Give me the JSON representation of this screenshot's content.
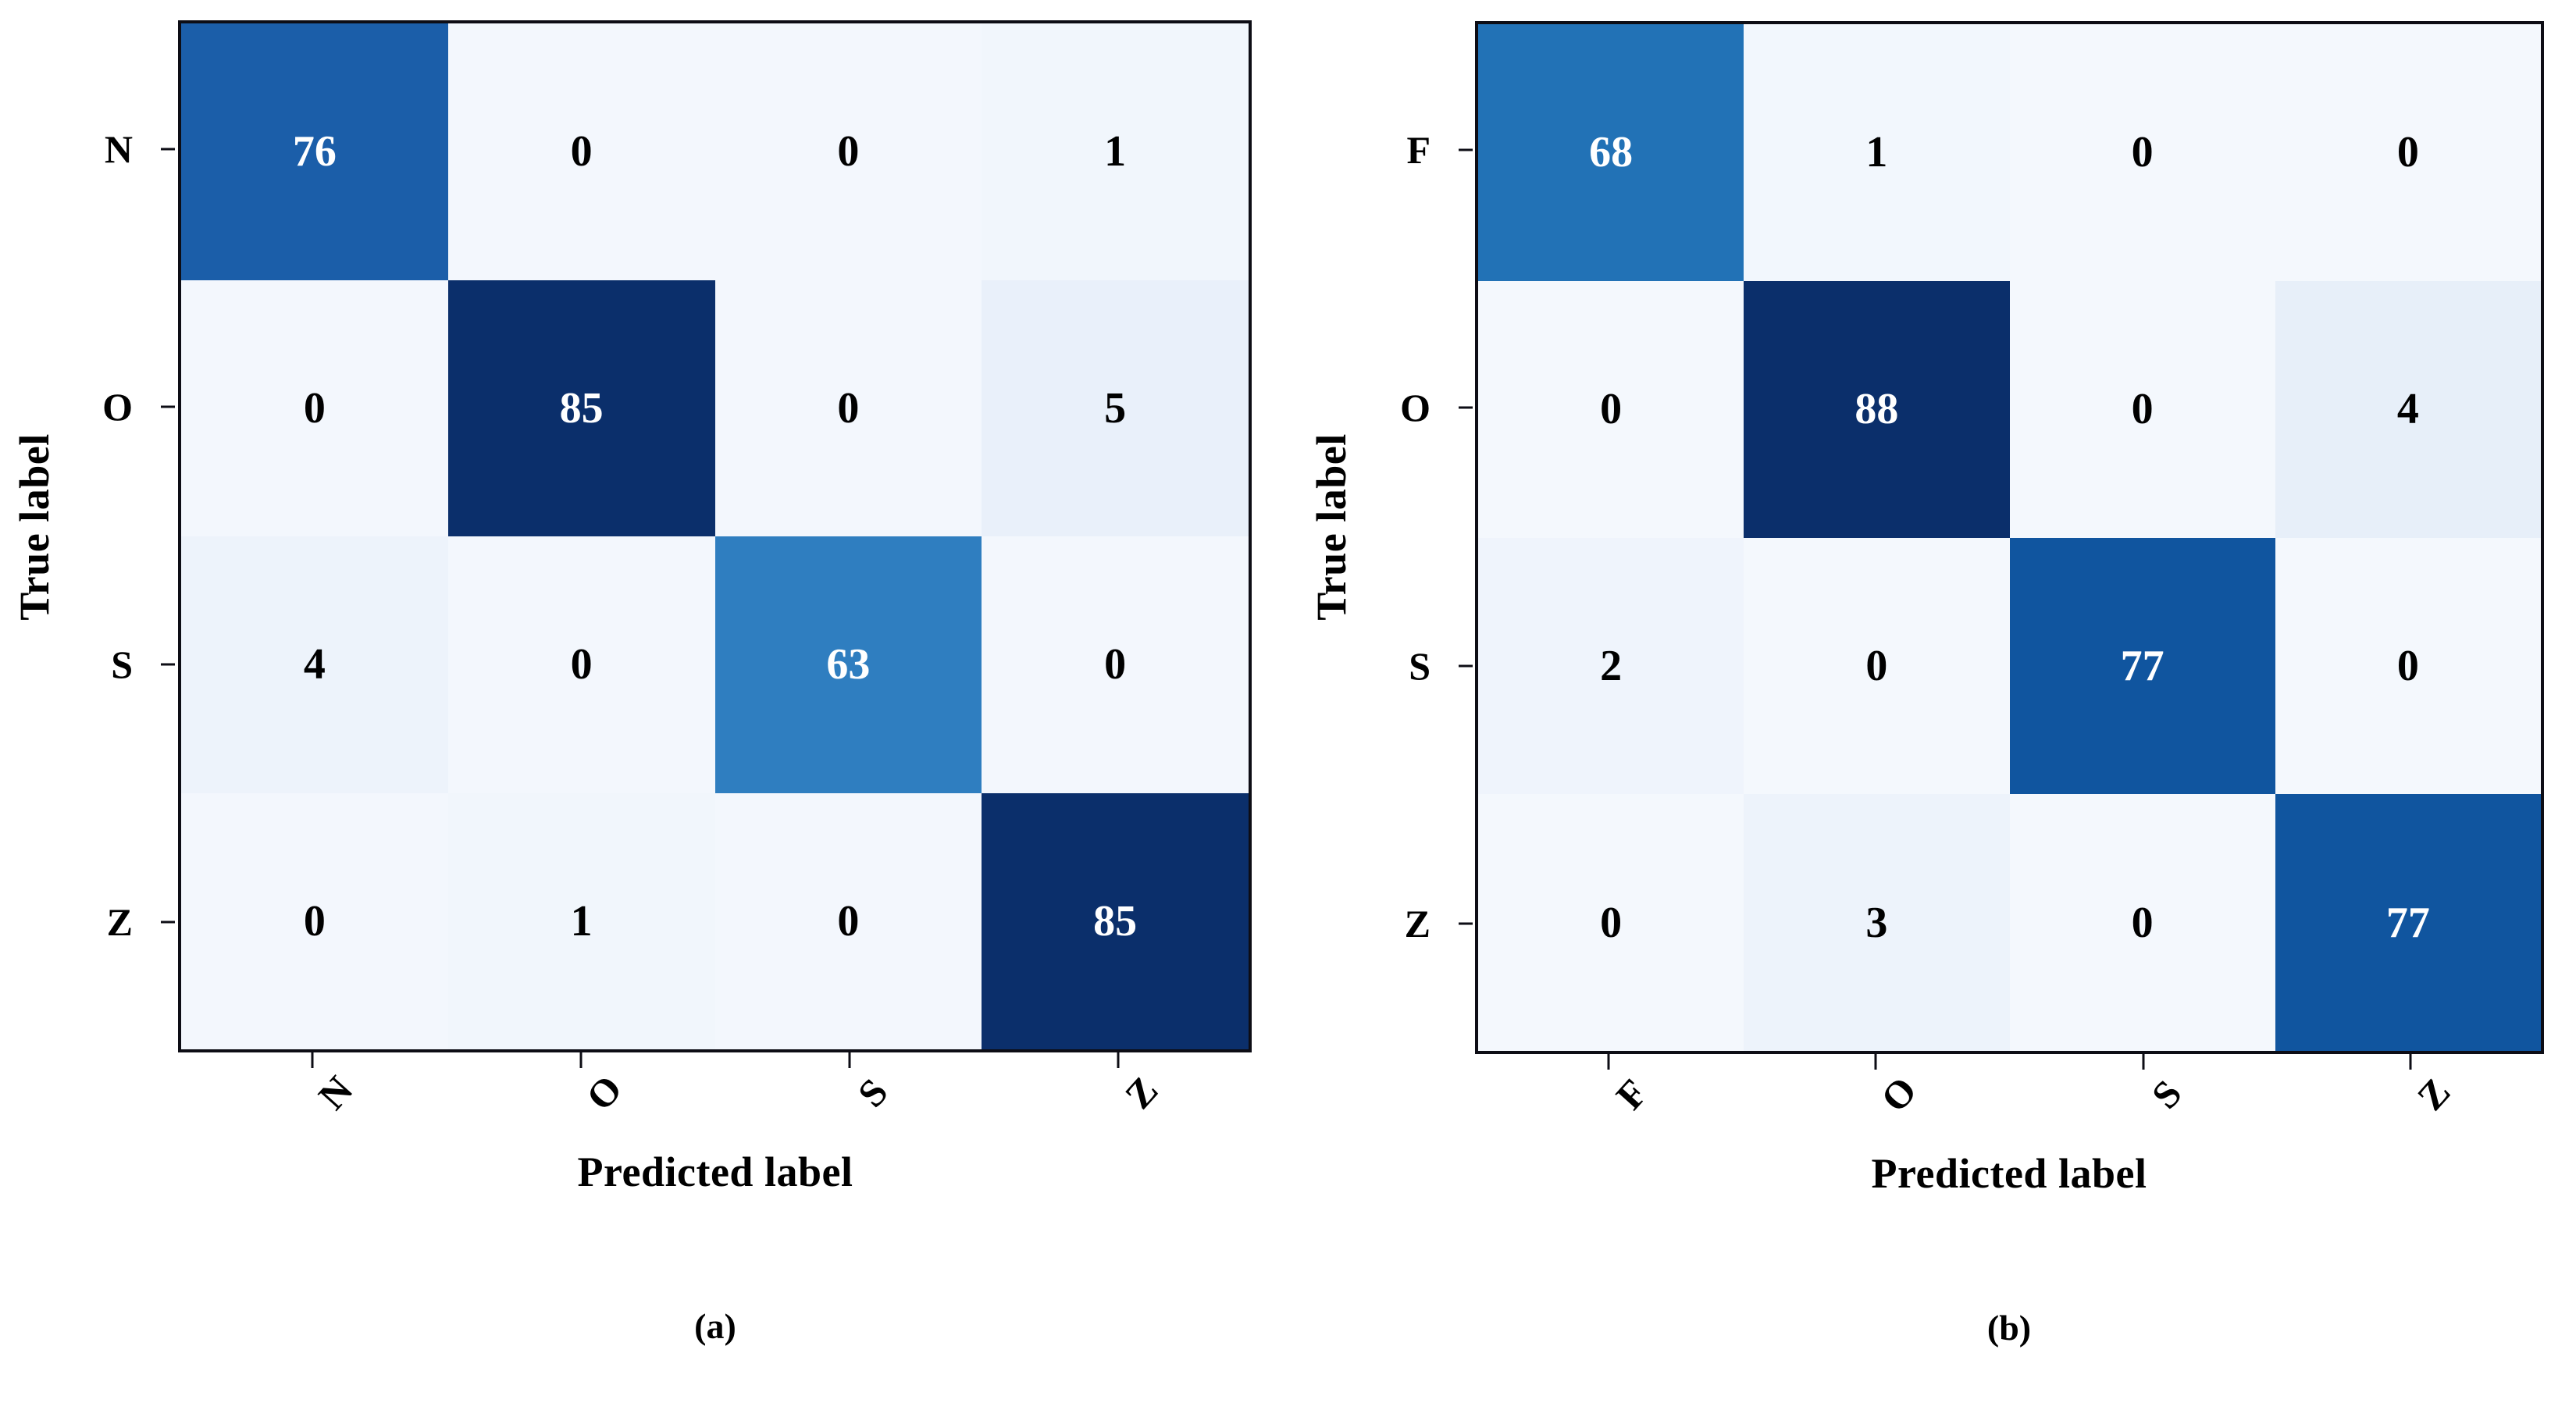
{
  "figure": {
    "background_color": "#ffffff",
    "axis_color": "#0d0d15"
  },
  "chart_data": [
    {
      "type": "heatmap",
      "subtype": "confusion-matrix",
      "panel": "a",
      "caption": "(a)",
      "title": "",
      "xlabel": "Predicted label",
      "ylabel": "True label",
      "categories": [
        "N",
        "O",
        "S",
        "Z"
      ],
      "xticklabels": [
        "N",
        "O",
        "S",
        "Z"
      ],
      "yticklabels": [
        "N",
        "O",
        "S",
        "Z"
      ],
      "xtick_rotation": -48,
      "grid": false,
      "legend": "none",
      "colormap": "Blues",
      "vmin": 0,
      "vmax": 85,
      "rows": [
        {
          "label": "N",
          "values": [
            76,
            0,
            0,
            1
          ]
        },
        {
          "label": "O",
          "values": [
            0,
            85,
            0,
            5
          ]
        },
        {
          "label": "S",
          "values": [
            4,
            0,
            63,
            0
          ]
        },
        {
          "label": "Z",
          "values": [
            0,
            1,
            0,
            85
          ]
        }
      ],
      "cell_colors": [
        [
          "#1b5ea9",
          "#f3f7fd",
          "#f3f7fd",
          "#f1f6fc"
        ],
        [
          "#f3f7fd",
          "#0b2f6b",
          "#f3f7fd",
          "#e9f0fa"
        ],
        [
          "#edf3fb",
          "#f3f7fd",
          "#2f7ec0",
          "#f3f7fd"
        ],
        [
          "#f3f7fd",
          "#f1f6fc",
          "#f3f7fd",
          "#0b2f6b"
        ]
      ],
      "cell_text_colors": [
        [
          "#ffffff",
          "#000000",
          "#000000",
          "#000000"
        ],
        [
          "#000000",
          "#ffffff",
          "#000000",
          "#000000"
        ],
        [
          "#000000",
          "#000000",
          "#ffffff",
          "#000000"
        ],
        [
          "#000000",
          "#000000",
          "#000000",
          "#ffffff"
        ]
      ]
    },
    {
      "type": "heatmap",
      "subtype": "confusion-matrix",
      "panel": "b",
      "caption": "(b)",
      "title": "",
      "xlabel": "Predicted label",
      "ylabel": "True label",
      "categories": [
        "F",
        "O",
        "S",
        "Z"
      ],
      "xticklabels": [
        "F",
        "O",
        "S",
        "Z"
      ],
      "yticklabels": [
        "F",
        "O",
        "S",
        "Z"
      ],
      "xtick_rotation": -48,
      "grid": false,
      "legend": "none",
      "colormap": "Blues",
      "vmin": 0,
      "vmax": 88,
      "rows": [
        {
          "label": "F",
          "values": [
            68,
            1,
            0,
            0
          ]
        },
        {
          "label": "O",
          "values": [
            0,
            88,
            0,
            4
          ]
        },
        {
          "label": "S",
          "values": [
            2,
            0,
            77,
            0
          ]
        },
        {
          "label": "Z",
          "values": [
            0,
            3,
            0,
            77
          ]
        }
      ],
      "cell_colors": [
        [
          "#2272b6",
          "#f2f7fd",
          "#f4f8fd",
          "#f4f8fd"
        ],
        [
          "#f4f8fd",
          "#0b2f6b",
          "#f4f8fd",
          "#e7eff9"
        ],
        [
          "#eff4fc",
          "#f4f8fd",
          "#10559f",
          "#f4f8fd"
        ],
        [
          "#f4f8fd",
          "#edf3fb",
          "#f4f8fd",
          "#10559f"
        ]
      ],
      "cell_text_colors": [
        [
          "#ffffff",
          "#000000",
          "#000000",
          "#000000"
        ],
        [
          "#000000",
          "#ffffff",
          "#000000",
          "#000000"
        ],
        [
          "#000000",
          "#000000",
          "#ffffff",
          "#000000"
        ],
        [
          "#000000",
          "#000000",
          "#000000",
          "#ffffff"
        ]
      ]
    }
  ]
}
